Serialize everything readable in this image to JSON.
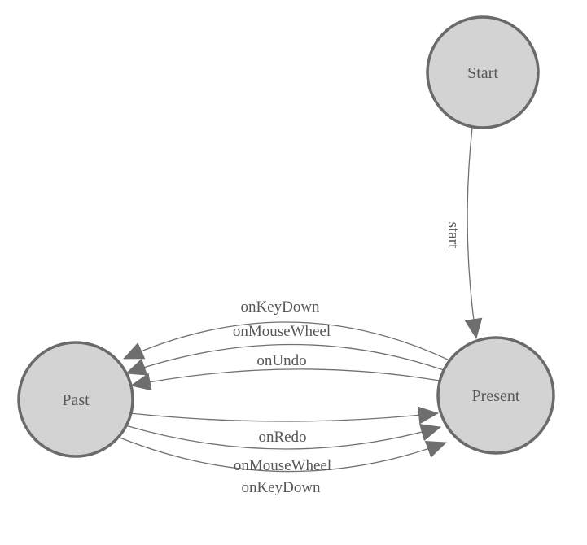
{
  "diagram": {
    "type": "state-machine",
    "colors": {
      "background": "#ffffff",
      "node_fill": "#d3d3d3",
      "node_stroke": "#6a6a6a",
      "edge_stroke": "#717171",
      "arrow_fill": "#6e6e6e",
      "text": "#57575a"
    }
  },
  "nodes": [
    {
      "id": "start",
      "label": "Start"
    },
    {
      "id": "past",
      "label": "Past"
    },
    {
      "id": "present",
      "label": "Present"
    }
  ],
  "edges": [
    {
      "from": "start",
      "to": "present",
      "label": "start"
    },
    {
      "from": "present",
      "to": "past",
      "label": "onKeyDown"
    },
    {
      "from": "present",
      "to": "past",
      "label": "onMouseWheel"
    },
    {
      "from": "present",
      "to": "past",
      "label": "onUndo"
    },
    {
      "from": "past",
      "to": "present",
      "label": "onRedo"
    },
    {
      "from": "past",
      "to": "present",
      "label": "onMouseWheel"
    },
    {
      "from": "past",
      "to": "present",
      "label": "onKeyDown"
    }
  ]
}
